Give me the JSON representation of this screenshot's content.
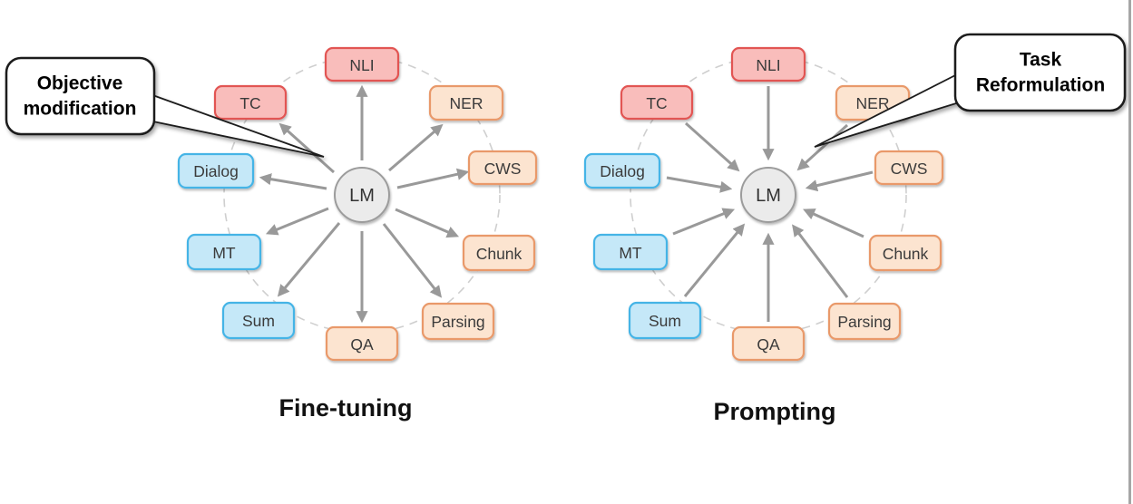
{
  "palette": {
    "red_fill": "#f9bdbb",
    "red_border": "#e25553",
    "orange_fill": "#fce4d0",
    "orange_border": "#e9996a",
    "blue_fill": "#c5e8f8",
    "blue_border": "#45b4e6",
    "center_fill": "#ebebeb",
    "center_border": "#9c9c9c",
    "arrow": "#999999",
    "dashed_ring": "#cfcfcf",
    "callout_border": "#1a1a1a",
    "background": "#ffffff"
  },
  "diagrams": [
    {
      "title": "Fine-tuning",
      "center_label": "LM",
      "arrow_direction": "outward",
      "nodes": [
        {
          "label": "NLI",
          "color": "red"
        },
        {
          "label": "TC",
          "color": "red"
        },
        {
          "label": "NER",
          "color": "orange"
        },
        {
          "label": "Dialog",
          "color": "blue"
        },
        {
          "label": "CWS",
          "color": "orange"
        },
        {
          "label": "MT",
          "color": "blue"
        },
        {
          "label": "Chunk",
          "color": "orange"
        },
        {
          "label": "Sum",
          "color": "blue"
        },
        {
          "label": "QA",
          "color": "orange"
        },
        {
          "label": "Parsing",
          "color": "orange"
        }
      ]
    },
    {
      "title": "Prompting",
      "center_label": "LM",
      "arrow_direction": "inward",
      "nodes": [
        {
          "label": "NLI",
          "color": "red"
        },
        {
          "label": "TC",
          "color": "red"
        },
        {
          "label": "NER",
          "color": "orange"
        },
        {
          "label": "Dialog",
          "color": "blue"
        },
        {
          "label": "CWS",
          "color": "orange"
        },
        {
          "label": "MT",
          "color": "blue"
        },
        {
          "label": "Chunk",
          "color": "orange"
        },
        {
          "label": "Sum",
          "color": "blue"
        },
        {
          "label": "QA",
          "color": "orange"
        },
        {
          "label": "Parsing",
          "color": "orange"
        }
      ]
    }
  ],
  "callouts": [
    {
      "line1": "Objective",
      "line2": "modification",
      "points_to": "Fine-tuning LM"
    },
    {
      "line1": "Task",
      "line2": "Reformulation",
      "points_to": "Prompting LM"
    }
  ]
}
